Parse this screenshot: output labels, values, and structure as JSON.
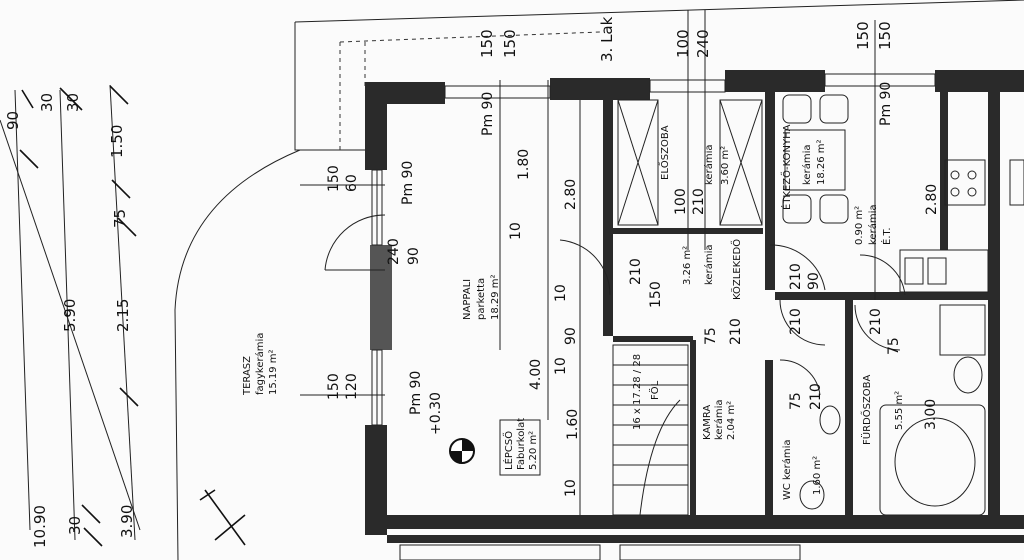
{
  "plan": {
    "dim_left_top": "90",
    "dim_left_30a": "30",
    "dim_left_30b": "30",
    "dim_left_590": "5.90",
    "dim_left_150": "1.50",
    "dim_left_75": "75",
    "dim_left_215": "2.15",
    "dim_left_1090": "10.90",
    "dim_left_30c": "30",
    "dim_left_390": "3.90",
    "top_150a": "150",
    "top_150b": "150",
    "top_100": "100",
    "top_240": "240",
    "top_150c": "150",
    "top_150d": "150",
    "top_lak": "3. Lak",
    "ter_label": "TERASZ",
    "ter_mat": "fagykerámia",
    "ter_area": "15.19 m²",
    "door_150": "150",
    "door_60": "60",
    "door_240": "240",
    "door_90": "90",
    "pm90a": "Pm 90",
    "pm90b": "Pm 90",
    "elev": "+0.30",
    "win_150": "150",
    "win_120": "120",
    "nap_label": "NAPPALI",
    "nap_mat": "parketta",
    "nap_area": "18.29 m²",
    "nap_180": "1.80",
    "nap_280": "2.80",
    "nap_10a": "10",
    "nap_10b": "10",
    "nap_400": "4.00",
    "nap_10c": "10",
    "nap_90": "90",
    "nap_160": "1.60",
    "nap_10d": "10",
    "pm90c": "Pm 90",
    "lep_label": "LÉPCSŐ",
    "lep_mat": "Faburkolat",
    "lep_area": "5.20 m²",
    "elo_label": "ELŐSZOBA",
    "elo_mat": "kerámia",
    "elo_area": "3.60 m²",
    "elo_100": "100",
    "elo_210": "210",
    "koz_label": "KÖZLEKEDŐ",
    "koz_mat": "kerámia",
    "koz_area": "3.26 m²",
    "koz_210": "210",
    "koz_150": "150",
    "stair_steps": "16 x 17.28 / 28",
    "stair_fol": "FÖL",
    "kam_label": "KAMRA",
    "kam_mat": "kerámia",
    "kam_area": "2.04 m²",
    "kam_75": "75",
    "kam_210": "210",
    "kon_label": "ÉTKEZŐ-KONYHA",
    "kon_mat": "kerámia",
    "kon_area": "18.26 m²",
    "pm90d": "Pm 90",
    "kon_210": "210",
    "kon_90": "90",
    "kon_090": "0.90 m²",
    "kon_ker": "kerámia",
    "kon_ei": "É.T.",
    "kon_280": "2.80",
    "wc_label": "WC",
    "wc_mat": "kerámia",
    "wc_area": "1.60 m²",
    "wc_75": "75",
    "wc_210": "210",
    "wc_210b": "210",
    "fur_label": "FÜRDŐSZOBA",
    "fur_area": "5.55 m²",
    "fur_300": "3.00",
    "fur_210": "210",
    "fur_75": "75"
  }
}
